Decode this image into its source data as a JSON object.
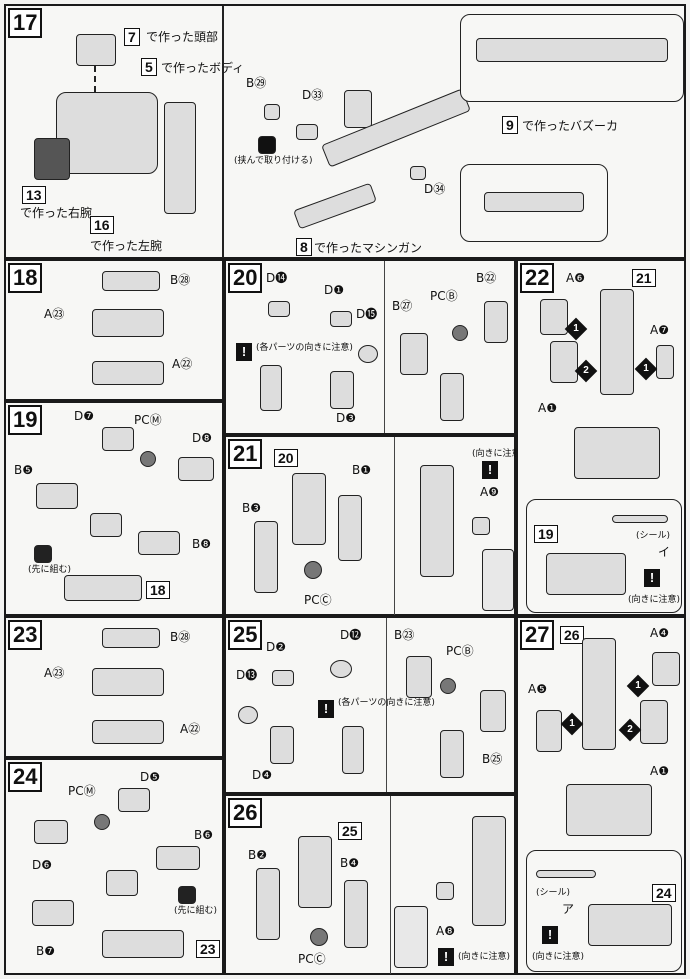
{
  "step17": {
    "num": "17",
    "head_ref": "7",
    "head_note": "で作った頭部",
    "body_ref": "5",
    "body_note": "で作ったボディ",
    "rarm_ref": "13",
    "rarm_note": "で作った右腕",
    "larm_ref": "16",
    "larm_note": "で作った左腕",
    "bazooka_ref": "9",
    "bazooka_note": "で作ったバズーカ",
    "mg_ref": "8",
    "mg_note": "で作ったマシンガン",
    "b29": "B㉙",
    "d33": "D㉝",
    "d34": "D㉞",
    "pinch_note": "(挟んで取り付ける)"
  },
  "step18": {
    "num": "18",
    "b28": "B㉘",
    "a23": "A㉓",
    "a22": "A㉒"
  },
  "step19": {
    "num": "19",
    "d7": "D❼",
    "pcm": "PCⓂ",
    "d8": "D❽",
    "b5": "B❺",
    "b8": "B❽",
    "first_note": "(先に組む)",
    "ref18": "18"
  },
  "step20": {
    "num": "20",
    "d14": "D⓮",
    "d1": "D❶",
    "d15": "D⓯",
    "d3": "D❸",
    "b27": "B㉗",
    "pcb": "PCⒷ",
    "b22": "B㉒",
    "note": "(各パーツの向きに注意)"
  },
  "step21": {
    "num": "21",
    "ref20": "20",
    "b1": "B❶",
    "b3": "B❸",
    "pcc": "PCⒸ",
    "a9": "A❾",
    "note": "(向きに注意)"
  },
  "step22": {
    "num": "22",
    "ref21": "21",
    "a6": "A❻",
    "a7": "A❼",
    "a1": "A❶",
    "ref19": "19",
    "seal": "(シール)",
    "seal_i": "イ",
    "note": "(向きに注意)"
  },
  "step23": {
    "num": "23",
    "b28": "B㉘",
    "a23": "A㉓",
    "a22": "A㉒"
  },
  "step24": {
    "num": "24",
    "pcm": "PCⓂ",
    "d5": "D❺",
    "d6": "D❻",
    "b6": "B❻",
    "b7": "B❼",
    "first_note": "(先に組む)",
    "ref23": "23"
  },
  "step25": {
    "num": "25",
    "d2": "D❷",
    "d12": "D⓬",
    "d13": "D⓭",
    "d4": "D❹",
    "b23": "B㉓",
    "pcb": "PCⒷ",
    "b25": "B㉕",
    "note": "(各パーツの向きに注意)"
  },
  "step26": {
    "num": "26",
    "ref25": "25",
    "b2": "B❷",
    "b4": "B❹",
    "pcc": "PCⒸ",
    "a8": "A❽",
    "note": "(向きに注意)"
  },
  "step27": {
    "num": "27",
    "ref26": "26",
    "a4": "A❹",
    "a5": "A❺",
    "a1": "A❶",
    "ref24": "24",
    "seal": "(シール)",
    "seal_i": "ア",
    "note": "(向きに注意)"
  }
}
